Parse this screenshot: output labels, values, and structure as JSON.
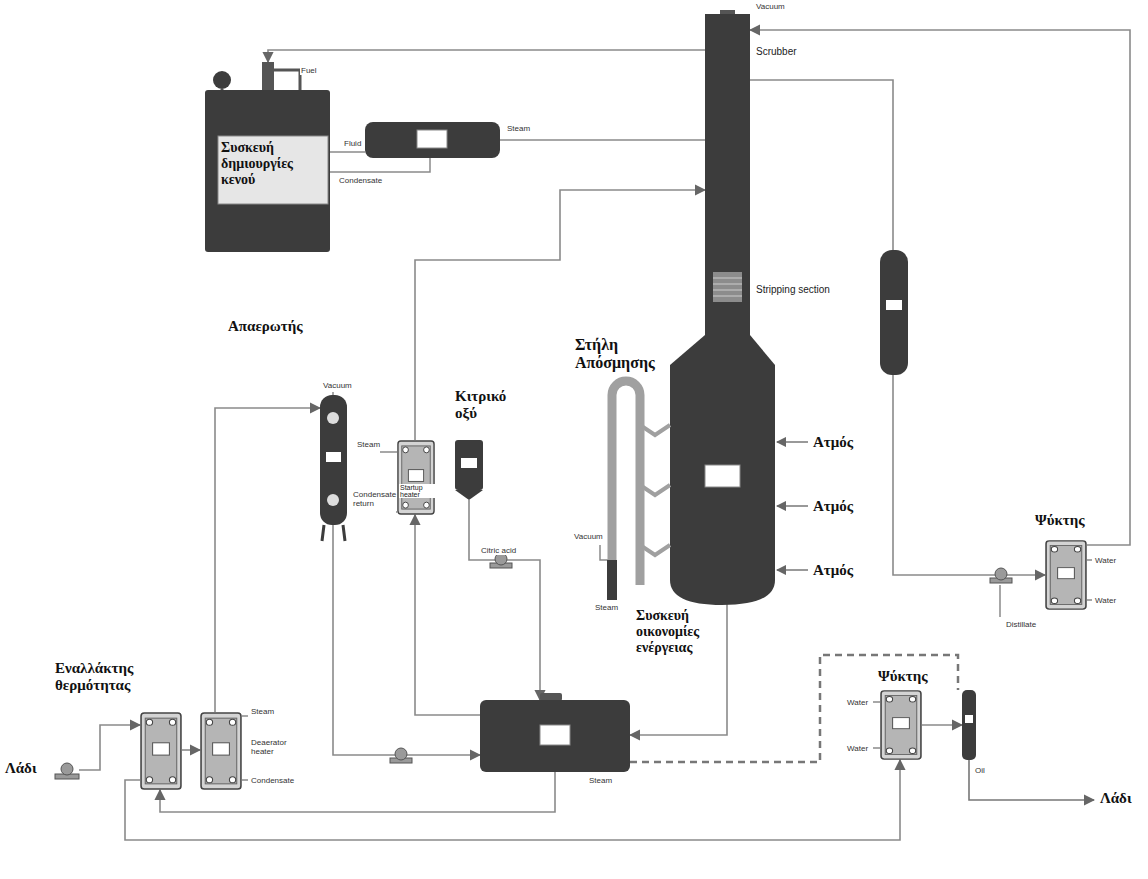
{
  "diagram": {
    "nodes": [
      {
        "text": [
          "Συσκευή δημιουργίες κενού"
        ]
      },
      {
        "text": [
          "Scrubber",
          "Stripping section",
          "Στήλη Απόσμησης"
        ]
      },
      {
        "text": [
          "Startup heater"
        ]
      },
      {
        "text": [
          "Απαερωτής"
        ]
      },
      {
        "text": [
          "Κιτρικό οξύ"
        ]
      },
      {
        "text": [
          "Ψύκτης"
        ]
      },
      {
        "text": [
          "Εναλλάκτης θερμότητας"
        ]
      },
      {
        "text": [
          "Deaerator heater"
        ]
      },
      {
        "text": [
          "Συσκευή οικονομίες ενέργειας"
        ]
      },
      {
        "text": [
          "Ψύκτης"
        ]
      },
      {
        "text": [
          "Λάδι"
        ]
      },
      {
        "text": [
          "Λάδι"
        ]
      }
    ],
    "edges": [
      {
        "from": 10,
        "to": 6,
        "arrow": "to"
      },
      {
        "from": 6,
        "to": 7,
        "arrow": "to"
      },
      {
        "from": 7,
        "to": 3,
        "arrow": "to"
      },
      {
        "from": 3,
        "to": 8,
        "arrow": "to"
      },
      {
        "from": 8,
        "to": 2,
        "arrow": "to"
      },
      {
        "from": 2,
        "to": 1,
        "arrow": "to"
      },
      {
        "from": 4,
        "to": 8,
        "arrow": "to"
      },
      {
        "from": 1,
        "to": 8,
        "arrow": "to"
      },
      {
        "from": 8,
        "to": 6,
        "arrow": "to"
      },
      {
        "from": 6,
        "to": 9,
        "arrow": "to"
      },
      {
        "from": 9,
        "to": 11,
        "arrow": "to"
      },
      {
        "from": 1,
        "to": 5,
        "arrow": "to"
      },
      {
        "from": 5,
        "to": 1,
        "arrow": "to"
      },
      {
        "from": 1,
        "to": 0,
        "arrow": "to"
      }
    ],
    "labels": [
      "Vacuum",
      "Fuel",
      "Fluid",
      "Condensate",
      "Steam",
      "Steam",
      "Condensate return",
      "Vacuum",
      "Citric acid",
      "Vacuum",
      "Steam",
      "Ατμός",
      "Ατμός",
      "Ατμός",
      "Water",
      "Water",
      "Distillate",
      "Steam",
      "Condensate",
      "Steam",
      "Water",
      "Water",
      "Oil"
    ]
  }
}
